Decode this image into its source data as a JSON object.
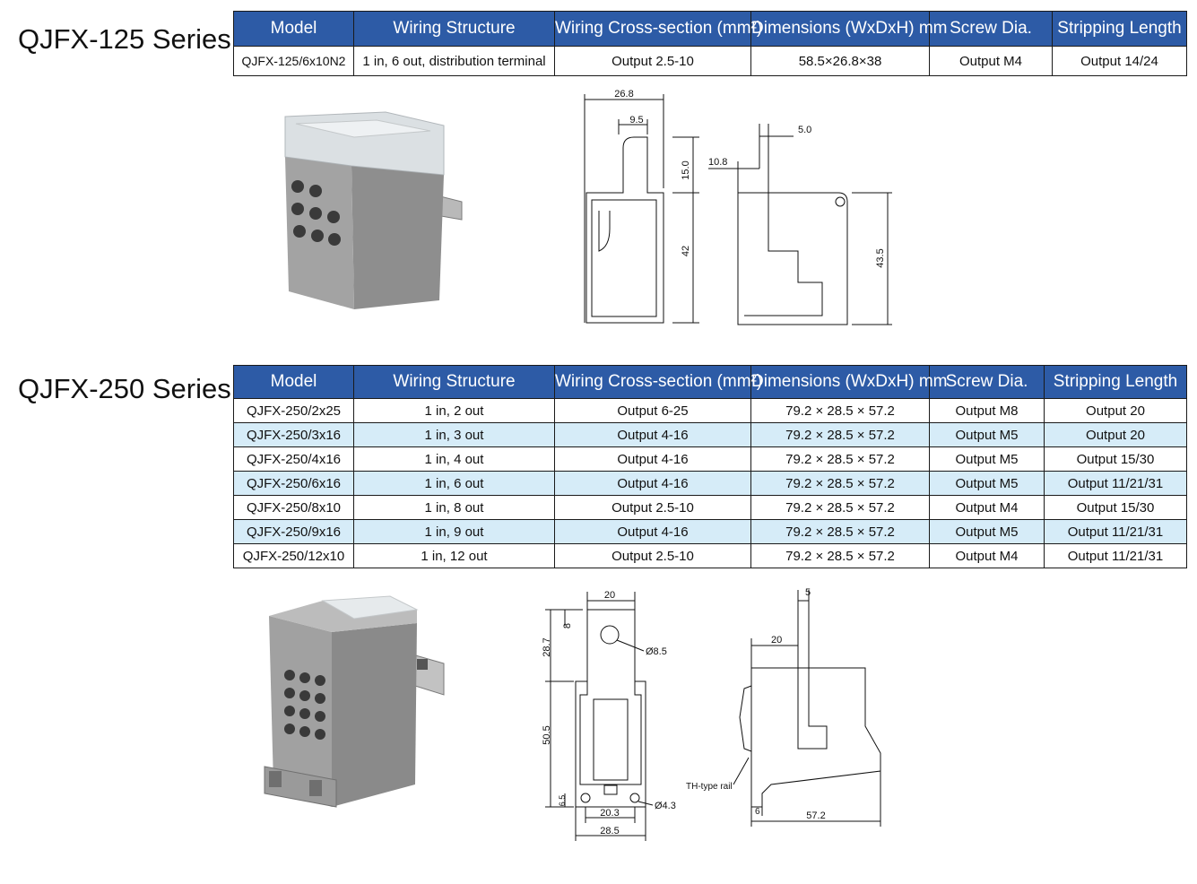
{
  "columns": [
    "Model",
    "Wiring Structure",
    "Wiring Cross-section (mm²)",
    "Dimensions (WxDxH) mm",
    "Screw Dia.",
    "Stripping Length"
  ],
  "series125": {
    "title": "QJFX-125 Series",
    "rows": [
      [
        "QJFX-125/6x10N2",
        "1 in, 6 out, distribution terminal",
        "Output 2.5-10",
        "58.5×26.8×38",
        "Output M4",
        "Output 14/24"
      ]
    ],
    "front_dims": {
      "width": "26.8",
      "tab_width": "9.5",
      "tab_height": "15.0",
      "body_height": "42"
    },
    "side_dims": {
      "tab_thickness": "5.0",
      "offset": "10.8",
      "height": "43.5"
    }
  },
  "series250": {
    "title": "QJFX-250 Series",
    "rows": [
      [
        "QJFX-250/2x25",
        "1 in, 2 out",
        "Output 6-25",
        "79.2 × 28.5 × 57.2",
        "Output M8",
        "Output 20"
      ],
      [
        "QJFX-250/3x16",
        "1 in, 3 out",
        "Output 4-16",
        "79.2 × 28.5 × 57.2",
        "Output M5",
        "Output 20"
      ],
      [
        "QJFX-250/4x16",
        "1 in, 4 out",
        "Output 4-16",
        "79.2 × 28.5 × 57.2",
        "Output M5",
        "Output 15/30"
      ],
      [
        "QJFX-250/6x16",
        "1 in, 6 out",
        "Output 4-16",
        "79.2 × 28.5 × 57.2",
        "Output M5",
        "Output 11/21/31"
      ],
      [
        "QJFX-250/8x10",
        "1 in, 8 out",
        "Output 2.5-10",
        "79.2 × 28.5 × 57.2",
        "Output M4",
        "Output 15/30"
      ],
      [
        "QJFX-250/9x16",
        "1 in, 9 out",
        "Output 4-16",
        "79.2 × 28.5 × 57.2",
        "Output M5",
        "Output 11/21/31"
      ],
      [
        "QJFX-250/12x10",
        "1 in, 12 out",
        "Output 2.5-10",
        "79.2 × 28.5 × 57.2",
        "Output M4",
        "Output 11/21/31"
      ]
    ],
    "front_dims": {
      "tab_width": "20",
      "hole_offset": "8",
      "tab_height": "28.7",
      "hole_dia": "Ø8.5",
      "body_height": "50.5",
      "foot_height": "6.5",
      "mount_hole_dia": "Ø4.3",
      "hole_spacing": "20.3",
      "base_width": "28.5"
    },
    "side_dims": {
      "tab_thickness": "5",
      "offset": "20",
      "rail_label": "TH-type rail",
      "rail_offset": "6",
      "depth": "57.2"
    }
  },
  "colors": {
    "header_bg": "#2d5ba6",
    "alt_row": "#d6ecf8",
    "product_grey": "#9a9a9a"
  }
}
